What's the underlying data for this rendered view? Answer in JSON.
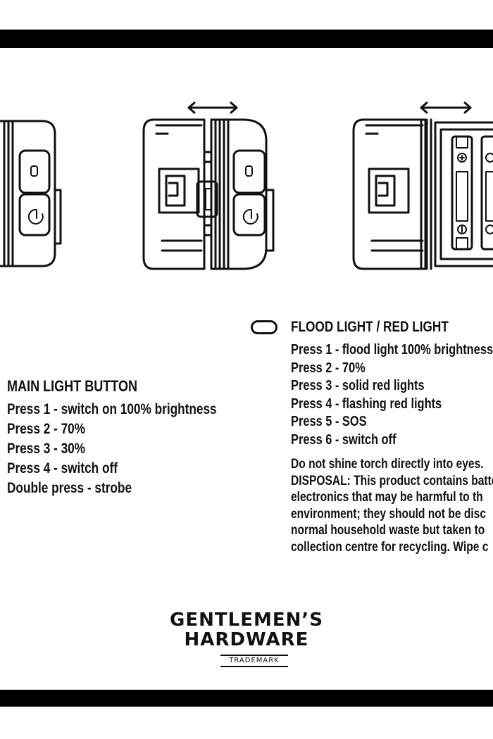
{
  "main_light": {
    "title": "MAIN LIGHT BUTTON",
    "items": [
      "Press 1 - switch on 100% brightness",
      "Press 2 - 70%",
      "Press 3 - 30%",
      "Press 4 - switch off",
      "Double press - strobe"
    ]
  },
  "flood_light": {
    "icon": "rounded-button-icon",
    "title": "FLOOD LIGHT / RED LIGHT",
    "items": [
      "Press 1 - flood light 100% brightness",
      "Press 2 - 70%",
      "Press 3 - solid red lights",
      "Press 4 - flashing red lights",
      "Press 5 - SOS",
      "Press 6 - switch off"
    ]
  },
  "disposal": {
    "lines": [
      "Do not shine torch directly into eyes.",
      "DISPOSAL: This product contains batte",
      "electronics that may be harmful to th",
      "environment; they should not be disc",
      "normal household waste but taken to",
      "collection centre for recycling. Wipe c"
    ]
  },
  "brand": {
    "line1": "GENTLEMEN’S",
    "line2": "HARDWARE",
    "mark": "TRADEMARK"
  }
}
